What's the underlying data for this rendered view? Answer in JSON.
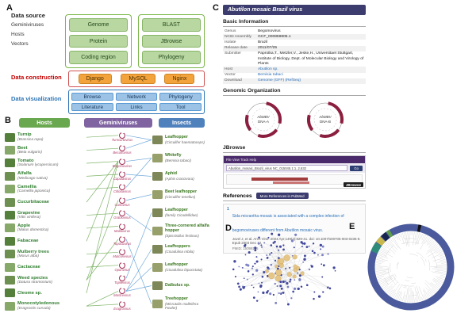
{
  "figure": {
    "panel_labels": {
      "a": "A",
      "b": "B",
      "c": "C",
      "d": "D",
      "e": "E"
    }
  },
  "panelA": {
    "source_label": "Data source",
    "source_items": [
      "Geminiviruses",
      "Hosts",
      "Vectors"
    ],
    "group1": [
      "Genome",
      "Protein",
      "Coding region"
    ],
    "group2": [
      "BLAST",
      "JBrowse",
      "Phylogeny"
    ],
    "construction_label": "Data construction",
    "construction_items": [
      "Django",
      "MySQL",
      "Nginx"
    ],
    "visualization_label": "Data visualization",
    "visualization_items": [
      "Browse",
      "Network",
      "Phylogeny",
      "Literature",
      "Links",
      "Tool"
    ]
  },
  "panelB": {
    "headers": {
      "hosts": "Hosts",
      "viruses": "Geminiviruses",
      "insects": "Insects"
    },
    "hosts": [
      {
        "name": "Turnip",
        "latin": "(Brassica rapa)"
      },
      {
        "name": "Beet",
        "latin": "(Beta vulgaris)"
      },
      {
        "name": "Tomato",
        "latin": "(Solanum lycopersicum)"
      },
      {
        "name": "Alfalfa",
        "latin": "(Medicago sativa)"
      },
      {
        "name": "Camellia",
        "latin": "(Camellia japonica)"
      },
      {
        "name": "Cucurbitaceae",
        "latin": ""
      },
      {
        "name": "Grapevine",
        "latin": "(Vitis vinifera)"
      },
      {
        "name": "Apple",
        "latin": "(Malus domestica)"
      },
      {
        "name": "Fabaceae",
        "latin": ""
      },
      {
        "name": "Mulberry trees",
        "latin": "(Morus alba)"
      },
      {
        "name": "Cactaceae",
        "latin": ""
      },
      {
        "name": "Weed species",
        "latin": "(Datura stramonium)"
      },
      {
        "name": "Cleome sp.",
        "latin": ""
      },
      {
        "name": "Monocotyledonous",
        "latin": "(Eragrostis curvula)"
      }
    ],
    "viruses": [
      "Turncurtovirus",
      "Becurtovirus",
      "Begomovirus",
      "Capulavirus",
      "Citlodavirus",
      "Curtovirus",
      "Grablovirus",
      "Maldovirus",
      "Topocuvirus",
      "Mulcrilevirus",
      "Opunvirus",
      "Topilevirus",
      "Mastrevirus",
      "Eragrovirus"
    ],
    "insects": [
      {
        "name": "Leafhopper",
        "latin": "(Circulifer haematoceps)"
      },
      {
        "name": "Whitefly",
        "latin": "(Bemisia tabaci)"
      },
      {
        "name": "Aphid",
        "latin": "(Aphis craccivora)"
      },
      {
        "name": "Beet leafhopper",
        "latin": "(Circulifer tenellus)"
      },
      {
        "name": "Leafhopper",
        "latin": "(family Cicadellidae)"
      },
      {
        "name": "Three-cornered alfalfa hopper",
        "latin": "(Spissistilus festinus)"
      },
      {
        "name": "Leafhoppers",
        "latin": "(Cicadulina mbila)"
      },
      {
        "name": "Leafhopper",
        "latin": "(Cicadulina bipunctata)"
      },
      {
        "name": "Dalbulus sp.",
        "latin": ""
      },
      {
        "name": "Treehopper",
        "latin": "(Micrutalis malleifera Fowler)"
      }
    ],
    "host_links": [
      [
        0,
        0
      ],
      [
        1,
        1
      ],
      [
        2,
        2
      ],
      [
        3,
        3
      ],
      [
        4,
        4
      ],
      [
        5,
        2
      ],
      [
        6,
        6
      ],
      [
        7,
        7
      ],
      [
        8,
        2
      ],
      [
        9,
        9
      ],
      [
        10,
        10
      ],
      [
        11,
        5
      ],
      [
        11,
        8
      ],
      [
        12,
        2
      ],
      [
        13,
        12
      ],
      [
        13,
        13
      ]
    ],
    "insect_links": [
      [
        0,
        0
      ],
      [
        1,
        0
      ],
      [
        2,
        1
      ],
      [
        3,
        2
      ],
      [
        4,
        1
      ],
      [
        5,
        3
      ],
      [
        6,
        5
      ],
      [
        8,
        9
      ],
      [
        11,
        4
      ],
      [
        12,
        6
      ],
      [
        12,
        7
      ],
      [
        12,
        8
      ]
    ]
  },
  "panelC": {
    "title": "Abutilon mosaic Brazil virus",
    "basic_info_heading": "Basic Information",
    "info_rows": [
      {
        "label": "Genus",
        "value": "Begomovirus",
        "link": false
      },
      {
        "label": "NCBI Assembly",
        "value": "GCF_000859805.1",
        "link": false
      },
      {
        "label": "Isolate",
        "value": "Brazil",
        "link": false
      },
      {
        "label": "Release date",
        "value": "2011/07/25",
        "link": false
      },
      {
        "label": "Submitter",
        "value": "Paprotka,T., Metzler,V., Jeske,H., Universitaet Stuttgart, Institute of Biology, Dept. of Molecular Biology and Virology of Plants",
        "link": false
      },
      {
        "label": "Host",
        "value": "Abutilon sp.",
        "link": true
      },
      {
        "label": "Vector",
        "value": "Bemisia tabaci",
        "link": true
      },
      {
        "label": "Download",
        "value": "Genome (GFF) (RefSeq)",
        "link": true
      }
    ],
    "genomic_heading": "Genomic Organization",
    "genome_maps": [
      {
        "l1": "AbMBV",
        "l2": "DNA-A"
      },
      {
        "l1": "AbMBV",
        "l2": "DNA-B"
      }
    ],
    "jbrowse_heading": "JBrowse",
    "jbrowse": {
      "toolbar": "File   View   Track   Help",
      "search_value": "Abutilon_mosaic_Brazil_virus NC_015045.1:1..2,632",
      "go_label": "Go",
      "logo": "JBrowse"
    },
    "references_heading": "References",
    "pubmed_button": "More References in PubMed",
    "reference": {
      "num": "1",
      "title": "Sida micrantha mosaic is associated with a complex infection of begomoviruses different from Abutilon mosaic virus.",
      "authors": "Jovel J, et al. Arch Virol. 2004 Apr;149(4):829-41. doi: 10.1007/s00705-003-0235-9. Epub 2003 Dec 12.",
      "pmid": "PMID: 15098116"
    }
  },
  "panelD": {
    "network": {
      "node_count": 150,
      "hub_count": 16,
      "edge_count": 110,
      "node_color": "#41479b",
      "node_color_alt": "#7a80c4",
      "hub_color": "#e6c687",
      "hub_stroke": "#c9a24f",
      "edge_color": "#d4d4d4"
    }
  },
  "panelE": {
    "tree": {
      "ring_color": "#4a5a9c",
      "inner_color": "#c4c4c4",
      "leaf_count": 130,
      "segments": [
        {
          "color": "#2e8b7a",
          "start": -68,
          "sweep": 13
        },
        {
          "color": "#c9b84c",
          "start": -54,
          "sweep": 9
        },
        {
          "color": "#17254e",
          "start": -44,
          "sweep": 8
        },
        {
          "color": "#5f9e46",
          "start": -35,
          "sweep": 5
        },
        {
          "color": "#111111",
          "start": 10,
          "sweep": 4
        }
      ]
    }
  }
}
